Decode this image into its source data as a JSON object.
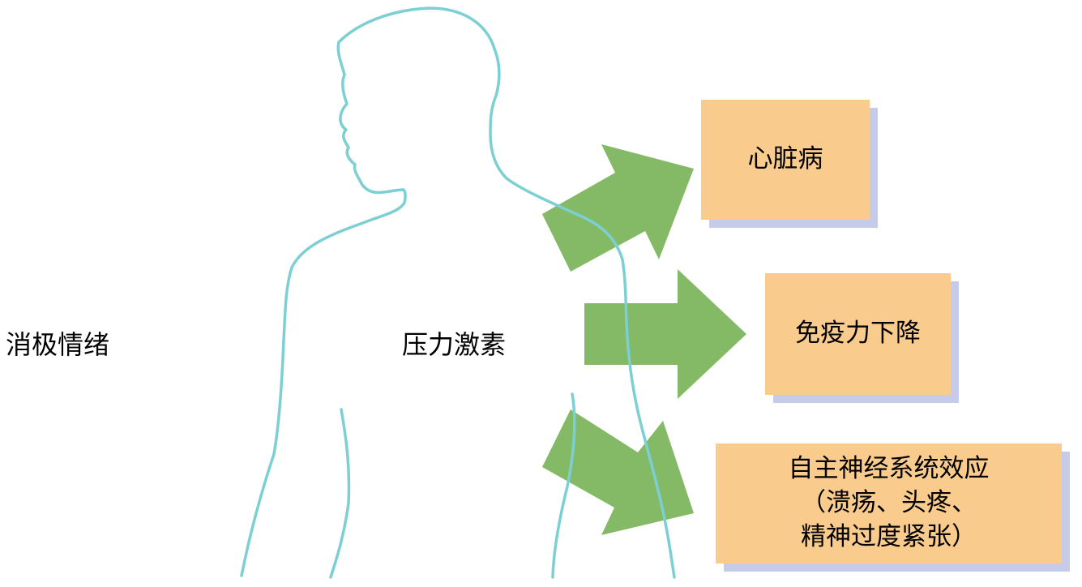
{
  "labels": {
    "negative_emotion": "消极情绪",
    "stress_hormone": "压力激素"
  },
  "outcomes": {
    "heart": "心脏病",
    "immunity": "免疫力下降",
    "autonomic_line1": "自主神经系统效应",
    "autonomic_line2": "（溃疡、头疼、",
    "autonomic_line3": "精神过度紧张）"
  },
  "colors": {
    "outline": "#7ccfd3",
    "arrow": "#84b966",
    "box": "#f9cb8c",
    "box_shadow": "#c5cbe8"
  }
}
